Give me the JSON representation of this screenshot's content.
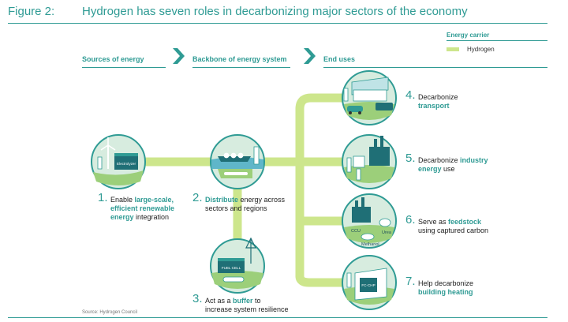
{
  "figure": {
    "label": "Figure 2:",
    "title": "Hydrogen has seven roles in decarbonizing major sectors of the economy"
  },
  "legend": {
    "title": "Energy carrier",
    "item": "Hydrogen",
    "color": "#cde68c"
  },
  "stages": {
    "sources": "Sources of energy",
    "backbone": "Backbone of energy system",
    "end_uses": "End uses"
  },
  "icon_labels": {
    "electrolyzer": "Electrolyzer",
    "fuel_cell": "FUEL CELL",
    "ccu": "CCU",
    "urea": "Urea",
    "methanol": "Methanol",
    "fc_chp": "FC-CHP"
  },
  "roles": [
    {
      "num": "1.",
      "line1_pre": "Enable ",
      "line1_hl": "large-scale,",
      "line2_hl": "efficient renewable",
      "line3_hl": "energy",
      "line3_post": " integration"
    },
    {
      "num": "2.",
      "line1_hl": "Distribute",
      "line1_post": " energy across",
      "line2": "sectors and regions"
    },
    {
      "num": "3.",
      "line1_pre": "Act as a ",
      "line1_hl": "buffer",
      "line1_post": " to",
      "line2": "increase system resilience"
    },
    {
      "num": "4.",
      "line1": "Decarbonize",
      "line2_hl": "transport"
    },
    {
      "num": "5.",
      "line1_pre": "Decarbonize ",
      "line1_hl": "industry",
      "line2_hl": "energy",
      "line2_post": " use"
    },
    {
      "num": "6.",
      "line1_pre": "Serve as ",
      "line1_hl": "feedstock",
      "line2": "using captured carbon"
    },
    {
      "num": "7.",
      "line1": "Help decarbonize",
      "line2_hl": "building heating"
    }
  ],
  "source": "Source: Hydrogen Council",
  "colors": {
    "teal": "#2f9b94",
    "hydrogen_pipe": "#cde68c",
    "icon_circle": "#d7ecdf",
    "icon_ground": "#9ccf7a"
  }
}
